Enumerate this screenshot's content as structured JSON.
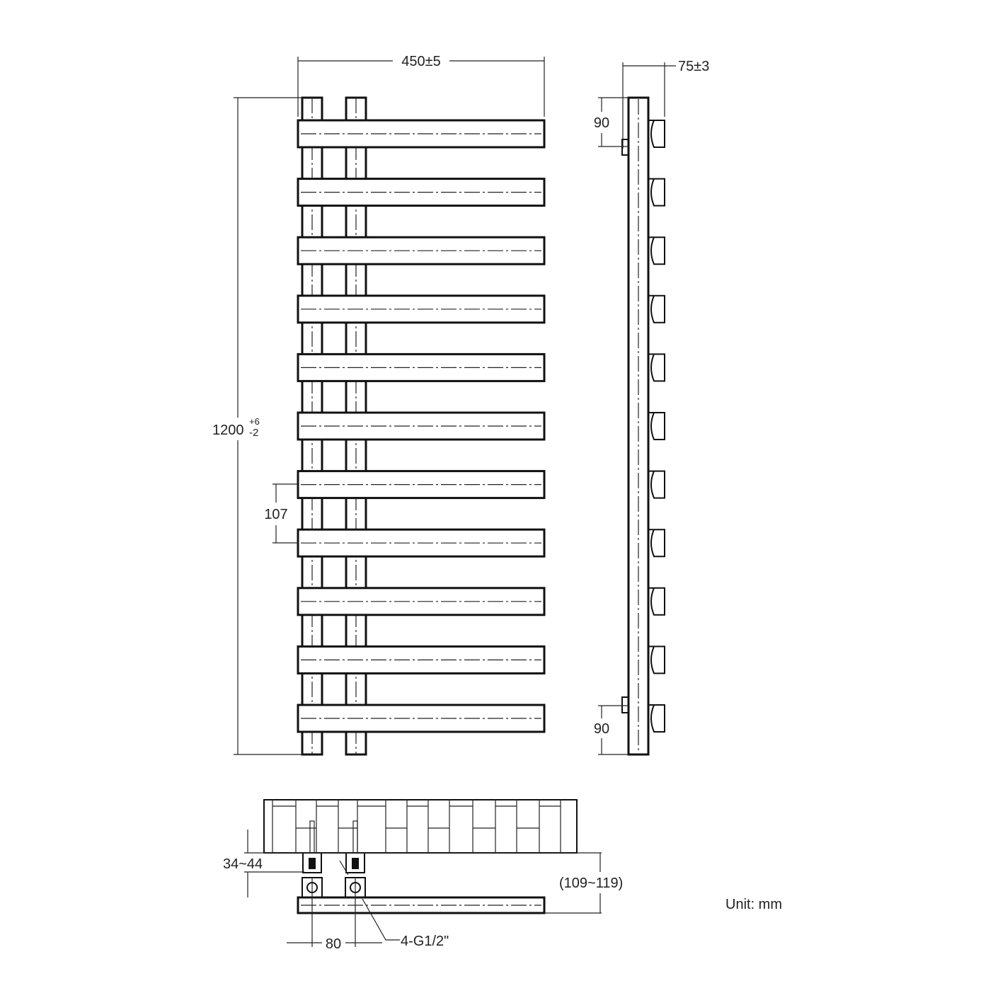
{
  "labels": {
    "width": "450±5",
    "depth": "75±3",
    "top_offset": "90",
    "bottom_offset": "90",
    "height_main": "1200",
    "height_tol_plus": "+6",
    "height_tol_minus": "-2",
    "bar_pitch": "107",
    "valve_height": "34~44",
    "wall_distance": "(109~119)",
    "pipe_centers": "80",
    "connections": "4-G1/2\"",
    "unit": "Unit: mm"
  },
  "bar_count": 11,
  "colors": {
    "line": "#111111",
    "background": "#ffffff"
  }
}
